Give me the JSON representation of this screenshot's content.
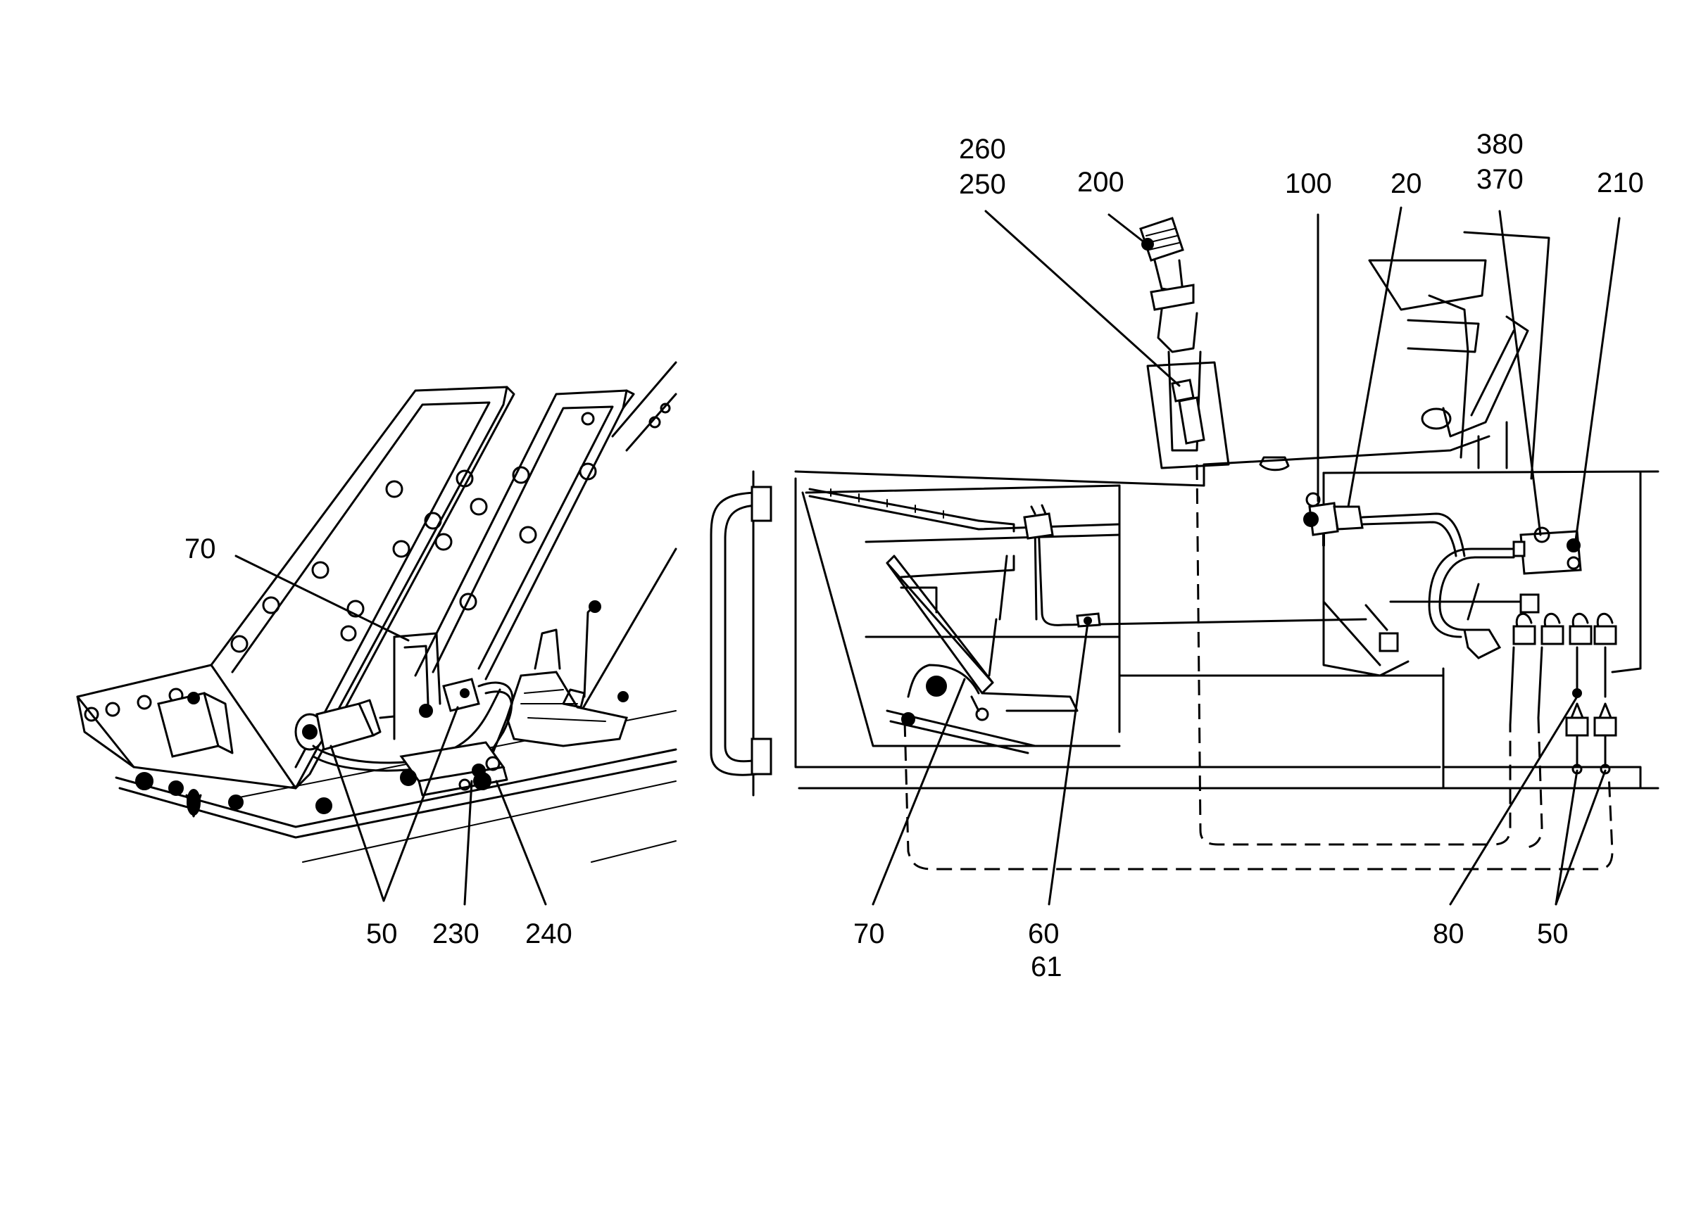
{
  "callouts": {
    "left": {
      "label_70": "70",
      "label_50": "50",
      "label_230": "230",
      "label_240": "240"
    },
    "right": {
      "label_260": "260",
      "label_250": "250",
      "label_200": "200",
      "label_100": "100",
      "label_20": "20",
      "label_380": "380",
      "label_370": "370",
      "label_210": "210",
      "label_70": "70",
      "label_60": "60",
      "label_61": "61",
      "label_80": "80",
      "label_50": "50"
    }
  }
}
